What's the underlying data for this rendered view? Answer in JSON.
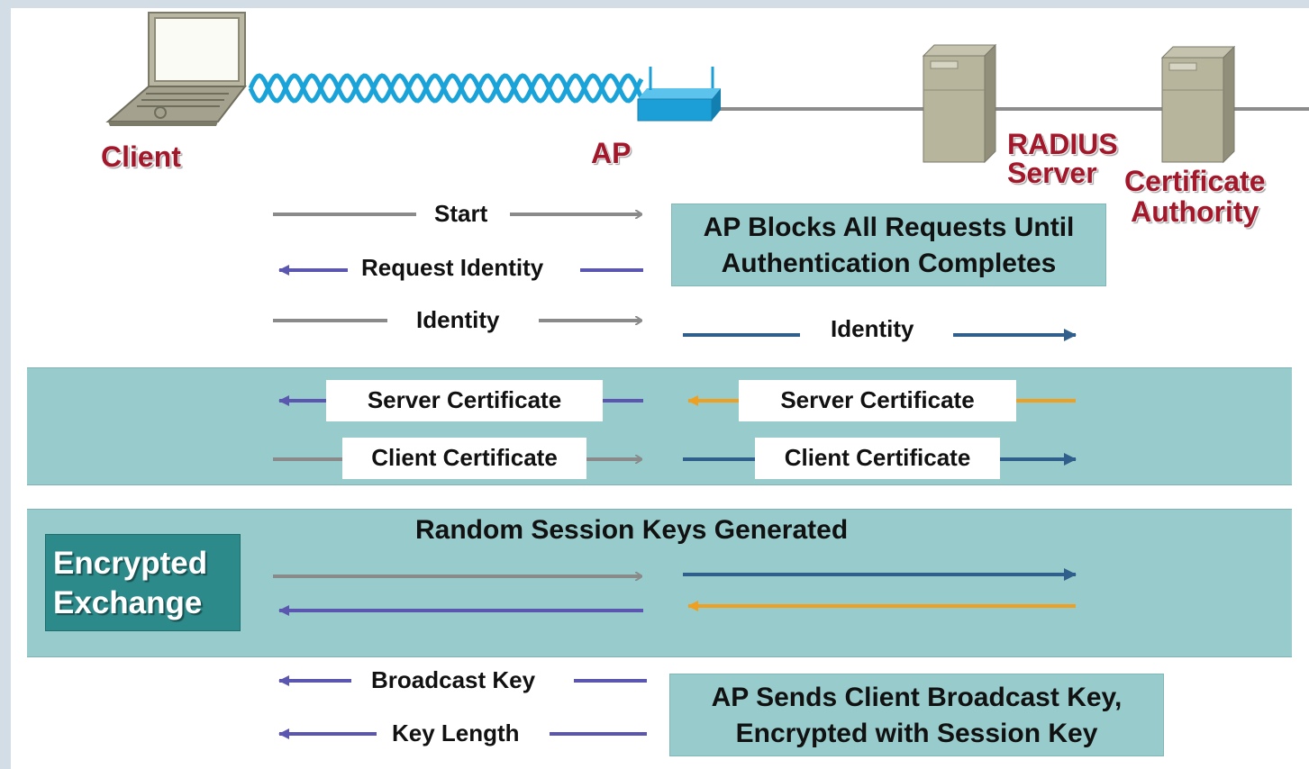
{
  "actors": {
    "client": "Client",
    "ap": "AP",
    "radius_line1": "RADIUS",
    "radius_line2": "Server",
    "ca_line1": "Certificate",
    "ca_line2": "Authority"
  },
  "notes": {
    "ap_blocks_line1": "AP Blocks All Requests Until",
    "ap_blocks_line2": "Authentication Completes",
    "ap_sends_line1": "AP Sends Client Broadcast Key,",
    "ap_sends_line2": "Encrypted with Session Key"
  },
  "messages": {
    "start": "Start",
    "request_identity": "Request Identity",
    "identity_client": "Identity",
    "identity_ap": "Identity",
    "server_cert_ap": "Server Certificate",
    "server_cert_radius": "Server Certificate",
    "client_cert_client": "Client Certificate",
    "client_cert_ap": "Client Certificate",
    "broadcast_key": "Broadcast Key",
    "key_length": "Key Length"
  },
  "encrypted": {
    "title": "Random Session Keys Generated",
    "badge_line1": "Encrypted",
    "badge_line2": "Exchange"
  },
  "colors": {
    "band": "#98cccc",
    "gray_arrow": "#8a8a8a",
    "purple_arrow": "#5b57b0",
    "blue_arrow": "#2f5f8a",
    "orange_arrow": "#f0a020",
    "label_red": "#a3172a",
    "badge": "#2c8a8a",
    "wireless": "#1aa3d8"
  },
  "icons": {
    "client": "laptop-icon",
    "ap": "access-point-icon",
    "radius": "server-tower-icon",
    "ca": "server-tower-icon",
    "link": "wireless-wave-icon"
  }
}
